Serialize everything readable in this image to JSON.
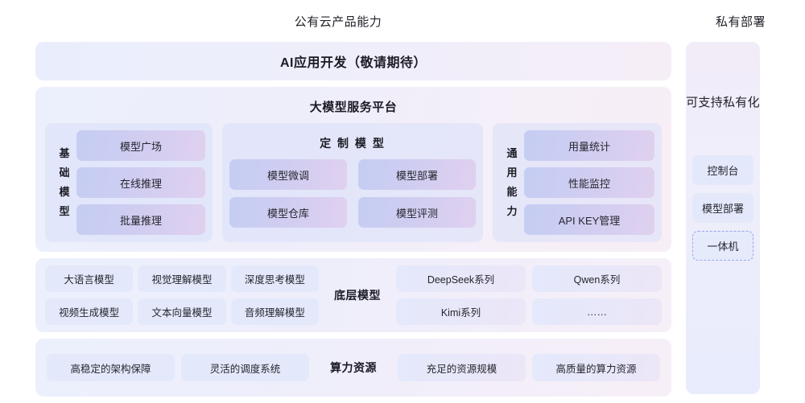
{
  "headers": {
    "public": "公有云产品能力",
    "private": "私有部署"
  },
  "public": {
    "app_layer": {
      "title": "AI应用开发（敬请期待）"
    },
    "platform": {
      "title": "大模型服务平台",
      "base_models": {
        "label_chars": [
          "基",
          "础",
          "模",
          "型"
        ],
        "items": [
          "模型广场",
          "在线推理",
          "批量推理"
        ]
      },
      "custom_models": {
        "title": "定 制 模 型",
        "items": [
          "模型微调",
          "模型部署",
          "模型仓库",
          "模型评测"
        ]
      },
      "common_capabilities": {
        "label_chars": [
          "通",
          "用",
          "能",
          "力"
        ],
        "items": [
          "用量统计",
          "性能监控",
          "API KEY管理"
        ]
      }
    },
    "foundation": {
      "title": "底层模型",
      "capability_items": [
        "大语言模型",
        "视觉理解模型",
        "深度思考模型",
        "视频生成模型",
        "文本向量模型",
        "音频理解模型"
      ],
      "series_items": [
        "DeepSeek系列",
        "Qwen系列",
        "Kimi系列",
        "……"
      ]
    },
    "compute": {
      "title": "算力资源",
      "left_items": [
        "高稳定的架构保障",
        "灵活的调度系统"
      ],
      "right_items": [
        "充足的资源规模",
        "高质量的算力资源"
      ]
    }
  },
  "private": {
    "title": "可支持私有化",
    "items": [
      {
        "label": "控制台",
        "style": "solid"
      },
      {
        "label": "模型部署",
        "style": "solid"
      },
      {
        "label": "一体机",
        "style": "dashed"
      }
    ]
  },
  "colors": {
    "accent_blue": "#c5cdf3",
    "accent_pink": "#e0d0ef",
    "chip_flat": "#e3e9fb",
    "dashed_border": "#9aa6e8",
    "text": "#26262f"
  }
}
